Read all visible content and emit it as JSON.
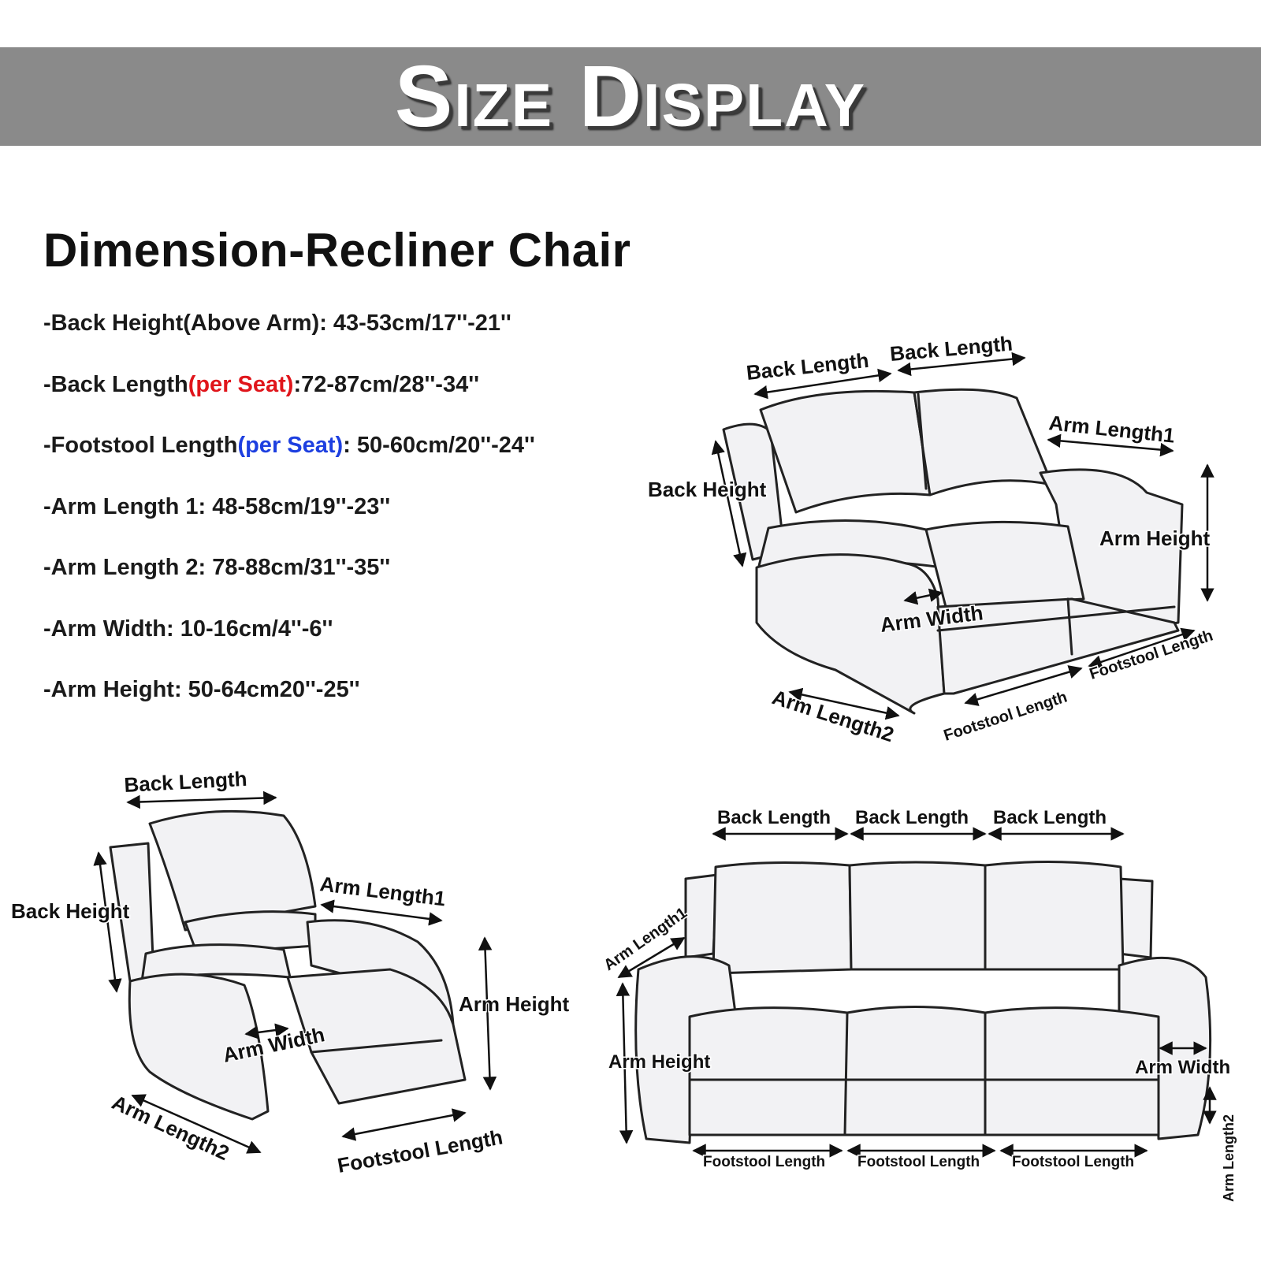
{
  "banner": {
    "title": "Size Display"
  },
  "heading": "Dimension-Recliner Chair",
  "specs": [
    {
      "text": "-Back Height(Above Arm): 43-53cm/17''-21''"
    },
    {
      "before": "-Back Length",
      "highlight": "(per Seat)",
      "after": ":72-87cm/28''-34''",
      "highlight_color": "#e0151b"
    },
    {
      "before": "-Footstool Length",
      "highlight": "(per Seat)",
      "after": ": 50-60cm/20''-24''",
      "highlight_color": "#1d3fe0"
    },
    {
      "text": "-Arm Length 1: 48-58cm/19''-23''"
    },
    {
      "text": "-Arm Length 2: 78-88cm/31''-35''"
    },
    {
      "text": "-Arm Width: 10-16cm/4''-6''"
    },
    {
      "text": "-Arm Height: 50-64cm20''-25''"
    }
  ],
  "loveseat": {
    "back_length_1": "Back Length",
    "back_length_2": "Back Length",
    "arm_length_1": "Arm Length1",
    "back_height": "Back Height",
    "arm_height": "Arm Height",
    "arm_width": "Arm Width",
    "footstool_length_1": "Footstool Length",
    "footstool_length_2": "Footstool Length",
    "arm_length_2": "Arm Length2"
  },
  "chair": {
    "back_length": "Back Length",
    "back_height": "Back Height",
    "arm_length_1": "Arm Length1",
    "arm_height": "Arm Height",
    "arm_width": "Arm Width",
    "arm_length_2": "Arm Length2",
    "footstool_length": "Footstool Length"
  },
  "sofa": {
    "back_length_1": "Back Length",
    "back_length_2": "Back Length",
    "back_length_3": "Back Length",
    "arm_length_1": "Arm Length1",
    "arm_height": "Arm Height",
    "arm_width": "Arm Width",
    "arm_length_2": "Arm Length2",
    "footstool_length_1": "Footstool Length",
    "footstool_length_2": "Footstool Length",
    "footstool_length_3": "Footstool Length"
  },
  "colors": {
    "banner_bg": "#8a8a8a",
    "banner_text": "#ffffff",
    "red": "#e0151b",
    "blue": "#1d3fe0",
    "upholstery": "#f2f2f4"
  }
}
